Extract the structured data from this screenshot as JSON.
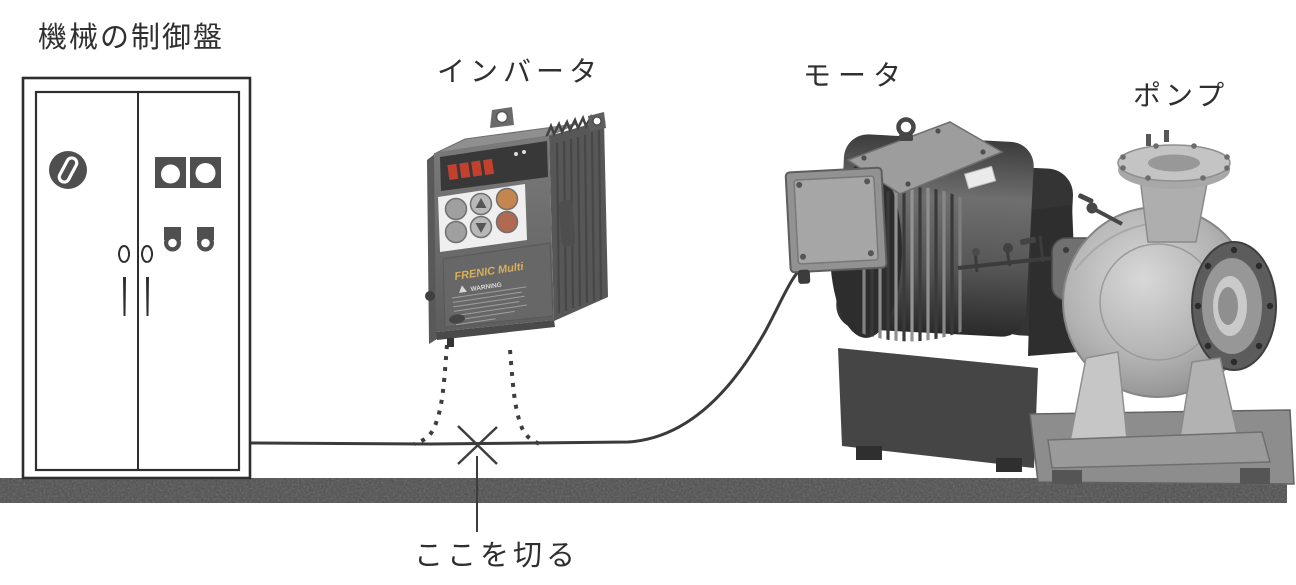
{
  "labels": {
    "control_panel": "機械の制御盤",
    "inverter": "インバータ",
    "motor": "モータ",
    "pump": "ポンプ",
    "cut_here": "ここを切る"
  },
  "inverter_device": {
    "brand": "FRENIC Multi",
    "warning": "WARNING"
  },
  "colors": {
    "ground_bar": "#4e4e4e",
    "cable": "#3a3a3a",
    "led_display": "#c4402e",
    "brand_text": "#d8b05a"
  }
}
